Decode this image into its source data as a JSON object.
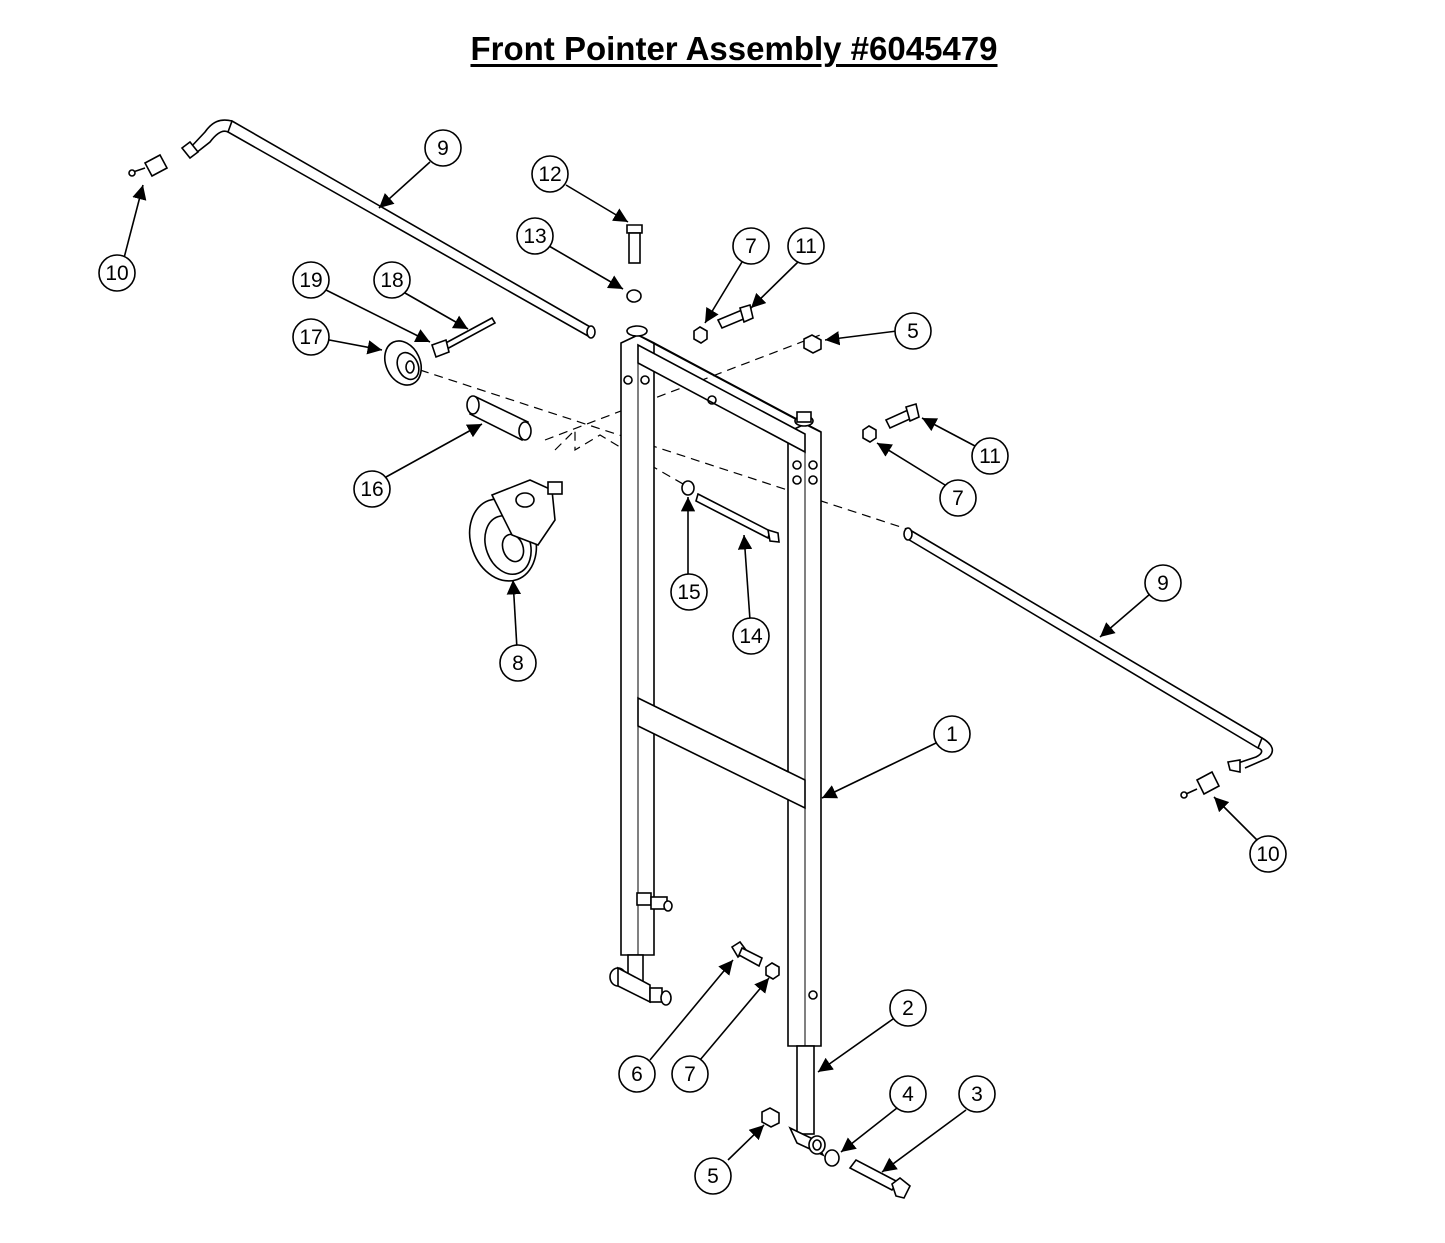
{
  "title": "Front Pointer Assembly #6045479",
  "callouts": {
    "c1": "1",
    "c2": "2",
    "c3": "3",
    "c4": "4",
    "c5a": "5",
    "c5b": "5",
    "c6": "6",
    "c7a": "7",
    "c7b": "7",
    "c7c": "7",
    "c8": "8",
    "c9a": "9",
    "c9b": "9",
    "c10a": "10",
    "c10b": "10",
    "c11a": "11",
    "c11b": "11",
    "c12": "12",
    "c13": "13",
    "c14": "14",
    "c15": "15",
    "c16": "16",
    "c17": "17",
    "c18": "18",
    "c19": "19"
  }
}
